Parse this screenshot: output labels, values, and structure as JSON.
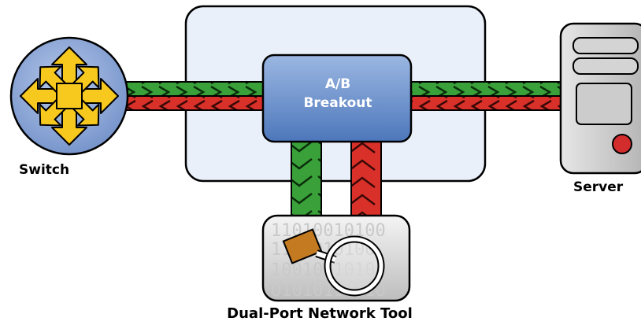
{
  "labels": {
    "switch": "Switch",
    "server": "Server",
    "tool": "Dual-Port Network Tool"
  },
  "breakout": {
    "line1": "A/B",
    "line2": "Breakout"
  },
  "tool_binary": [
    "11010010100",
    "1101010100",
    "10010110101",
    "01010110110"
  ],
  "colors": {
    "stream_a": "#3aa13a",
    "stream_b": "#d9312a",
    "breakout": "#5b84c4",
    "switch": "#8aa6d6",
    "switch_arrows": "#f7c81e"
  }
}
